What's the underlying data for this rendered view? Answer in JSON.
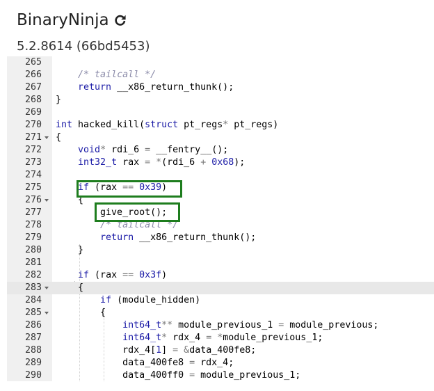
{
  "header": {
    "title": "BinaryNinja",
    "version": "5.2.8614 (66bd5453)",
    "reload_icon": "reload-icon"
  },
  "colors": {
    "keyword": "#1a1aa6",
    "comment": "#8a8aa8",
    "highlight_box": "#1e7d1e",
    "gutter": "#f0f0f0"
  },
  "editor": {
    "active_line": "283",
    "lines": [
      {
        "num": "265",
        "fold": false,
        "tokens": []
      },
      {
        "num": "266",
        "fold": false,
        "tokens": [
          {
            "t": "    "
          },
          {
            "t": "/* tailcall */",
            "c": "cm"
          }
        ]
      },
      {
        "num": "267",
        "fold": false,
        "tokens": [
          {
            "t": "    "
          },
          {
            "t": "return",
            "c": "kw"
          },
          {
            "t": " __x86_return_thunk();"
          }
        ]
      },
      {
        "num": "268",
        "fold": false,
        "tokens": [
          {
            "t": "}"
          }
        ]
      },
      {
        "num": "269",
        "fold": false,
        "tokens": []
      },
      {
        "num": "270",
        "fold": false,
        "tokens": [
          {
            "t": "int",
            "c": "ty"
          },
          {
            "t": " hacked_kill("
          },
          {
            "t": "struct",
            "c": "kw"
          },
          {
            "t": " pt_regs"
          },
          {
            "t": "*",
            "c": "op"
          },
          {
            "t": " pt_regs)"
          }
        ]
      },
      {
        "num": "271",
        "fold": true,
        "tokens": [
          {
            "t": "{"
          }
        ]
      },
      {
        "num": "272",
        "fold": false,
        "tokens": [
          {
            "t": "    "
          },
          {
            "t": "void",
            "c": "ty"
          },
          {
            "t": "*",
            "c": "op"
          },
          {
            "t": " rdi_6 "
          },
          {
            "t": "=",
            "c": "op"
          },
          {
            "t": " __fentry__();"
          }
        ]
      },
      {
        "num": "273",
        "fold": false,
        "tokens": [
          {
            "t": "    "
          },
          {
            "t": "int32_t",
            "c": "ty"
          },
          {
            "t": " rax "
          },
          {
            "t": "=",
            "c": "op"
          },
          {
            "t": " "
          },
          {
            "t": "*",
            "c": "op"
          },
          {
            "t": "(rdi_6 "
          },
          {
            "t": "+",
            "c": "op"
          },
          {
            "t": " "
          },
          {
            "t": "0x68",
            "c": "num"
          },
          {
            "t": ");"
          }
        ]
      },
      {
        "num": "274",
        "fold": false,
        "tokens": []
      },
      {
        "num": "275",
        "fold": false,
        "tokens": [
          {
            "t": "    "
          },
          {
            "t": "if",
            "c": "kw"
          },
          {
            "t": " (rax "
          },
          {
            "t": "==",
            "c": "op"
          },
          {
            "t": " "
          },
          {
            "t": "0x39",
            "c": "num"
          },
          {
            "t": ")"
          }
        ]
      },
      {
        "num": "276",
        "fold": true,
        "tokens": [
          {
            "t": "    {"
          }
        ]
      },
      {
        "num": "277",
        "fold": false,
        "tokens": [
          {
            "t": "        give_root();"
          }
        ]
      },
      {
        "num": "278",
        "fold": false,
        "tokens": [
          {
            "t": "        "
          },
          {
            "t": "/* tailcall */",
            "c": "cm"
          }
        ]
      },
      {
        "num": "279",
        "fold": false,
        "tokens": [
          {
            "t": "        "
          },
          {
            "t": "return",
            "c": "kw"
          },
          {
            "t": " __x86_return_thunk();"
          }
        ]
      },
      {
        "num": "280",
        "fold": false,
        "tokens": [
          {
            "t": "    }"
          }
        ]
      },
      {
        "num": "281",
        "fold": false,
        "tokens": []
      },
      {
        "num": "282",
        "fold": false,
        "tokens": [
          {
            "t": "    "
          },
          {
            "t": "if",
            "c": "kw"
          },
          {
            "t": " (rax "
          },
          {
            "t": "==",
            "c": "op"
          },
          {
            "t": " "
          },
          {
            "t": "0x3f",
            "c": "num"
          },
          {
            "t": ")"
          }
        ]
      },
      {
        "num": "283",
        "fold": true,
        "tokens": [
          {
            "t": "    {"
          }
        ]
      },
      {
        "num": "284",
        "fold": false,
        "tokens": [
          {
            "t": "        "
          },
          {
            "t": "if",
            "c": "kw"
          },
          {
            "t": " (module_hidden)"
          }
        ]
      },
      {
        "num": "285",
        "fold": true,
        "tokens": [
          {
            "t": "        {"
          }
        ]
      },
      {
        "num": "286",
        "fold": false,
        "tokens": [
          {
            "t": "            "
          },
          {
            "t": "int64_t",
            "c": "ty"
          },
          {
            "t": "**",
            "c": "op"
          },
          {
            "t": " module_previous_1 "
          },
          {
            "t": "=",
            "c": "op"
          },
          {
            "t": " module_previous;"
          }
        ]
      },
      {
        "num": "287",
        "fold": false,
        "tokens": [
          {
            "t": "            "
          },
          {
            "t": "int64_t",
            "c": "ty"
          },
          {
            "t": "*",
            "c": "op"
          },
          {
            "t": " rdx_4 "
          },
          {
            "t": "=",
            "c": "op"
          },
          {
            "t": " "
          },
          {
            "t": "*",
            "c": "op"
          },
          {
            "t": "module_previous_1;"
          }
        ]
      },
      {
        "num": "288",
        "fold": false,
        "tokens": [
          {
            "t": "            rdx_4["
          },
          {
            "t": "1",
            "c": "num"
          },
          {
            "t": "] "
          },
          {
            "t": "=",
            "c": "op"
          },
          {
            "t": " "
          },
          {
            "t": "&",
            "c": "op"
          },
          {
            "t": "data_400fe8;"
          }
        ]
      },
      {
        "num": "289",
        "fold": false,
        "tokens": [
          {
            "t": "            data_400fe8 "
          },
          {
            "t": "=",
            "c": "op"
          },
          {
            "t": " rdx_4;"
          }
        ]
      },
      {
        "num": "290",
        "fold": false,
        "tokens": [
          {
            "t": "            data_400ff0 "
          },
          {
            "t": "=",
            "c": "op"
          },
          {
            "t": " module_previous_1;"
          }
        ]
      }
    ]
  }
}
